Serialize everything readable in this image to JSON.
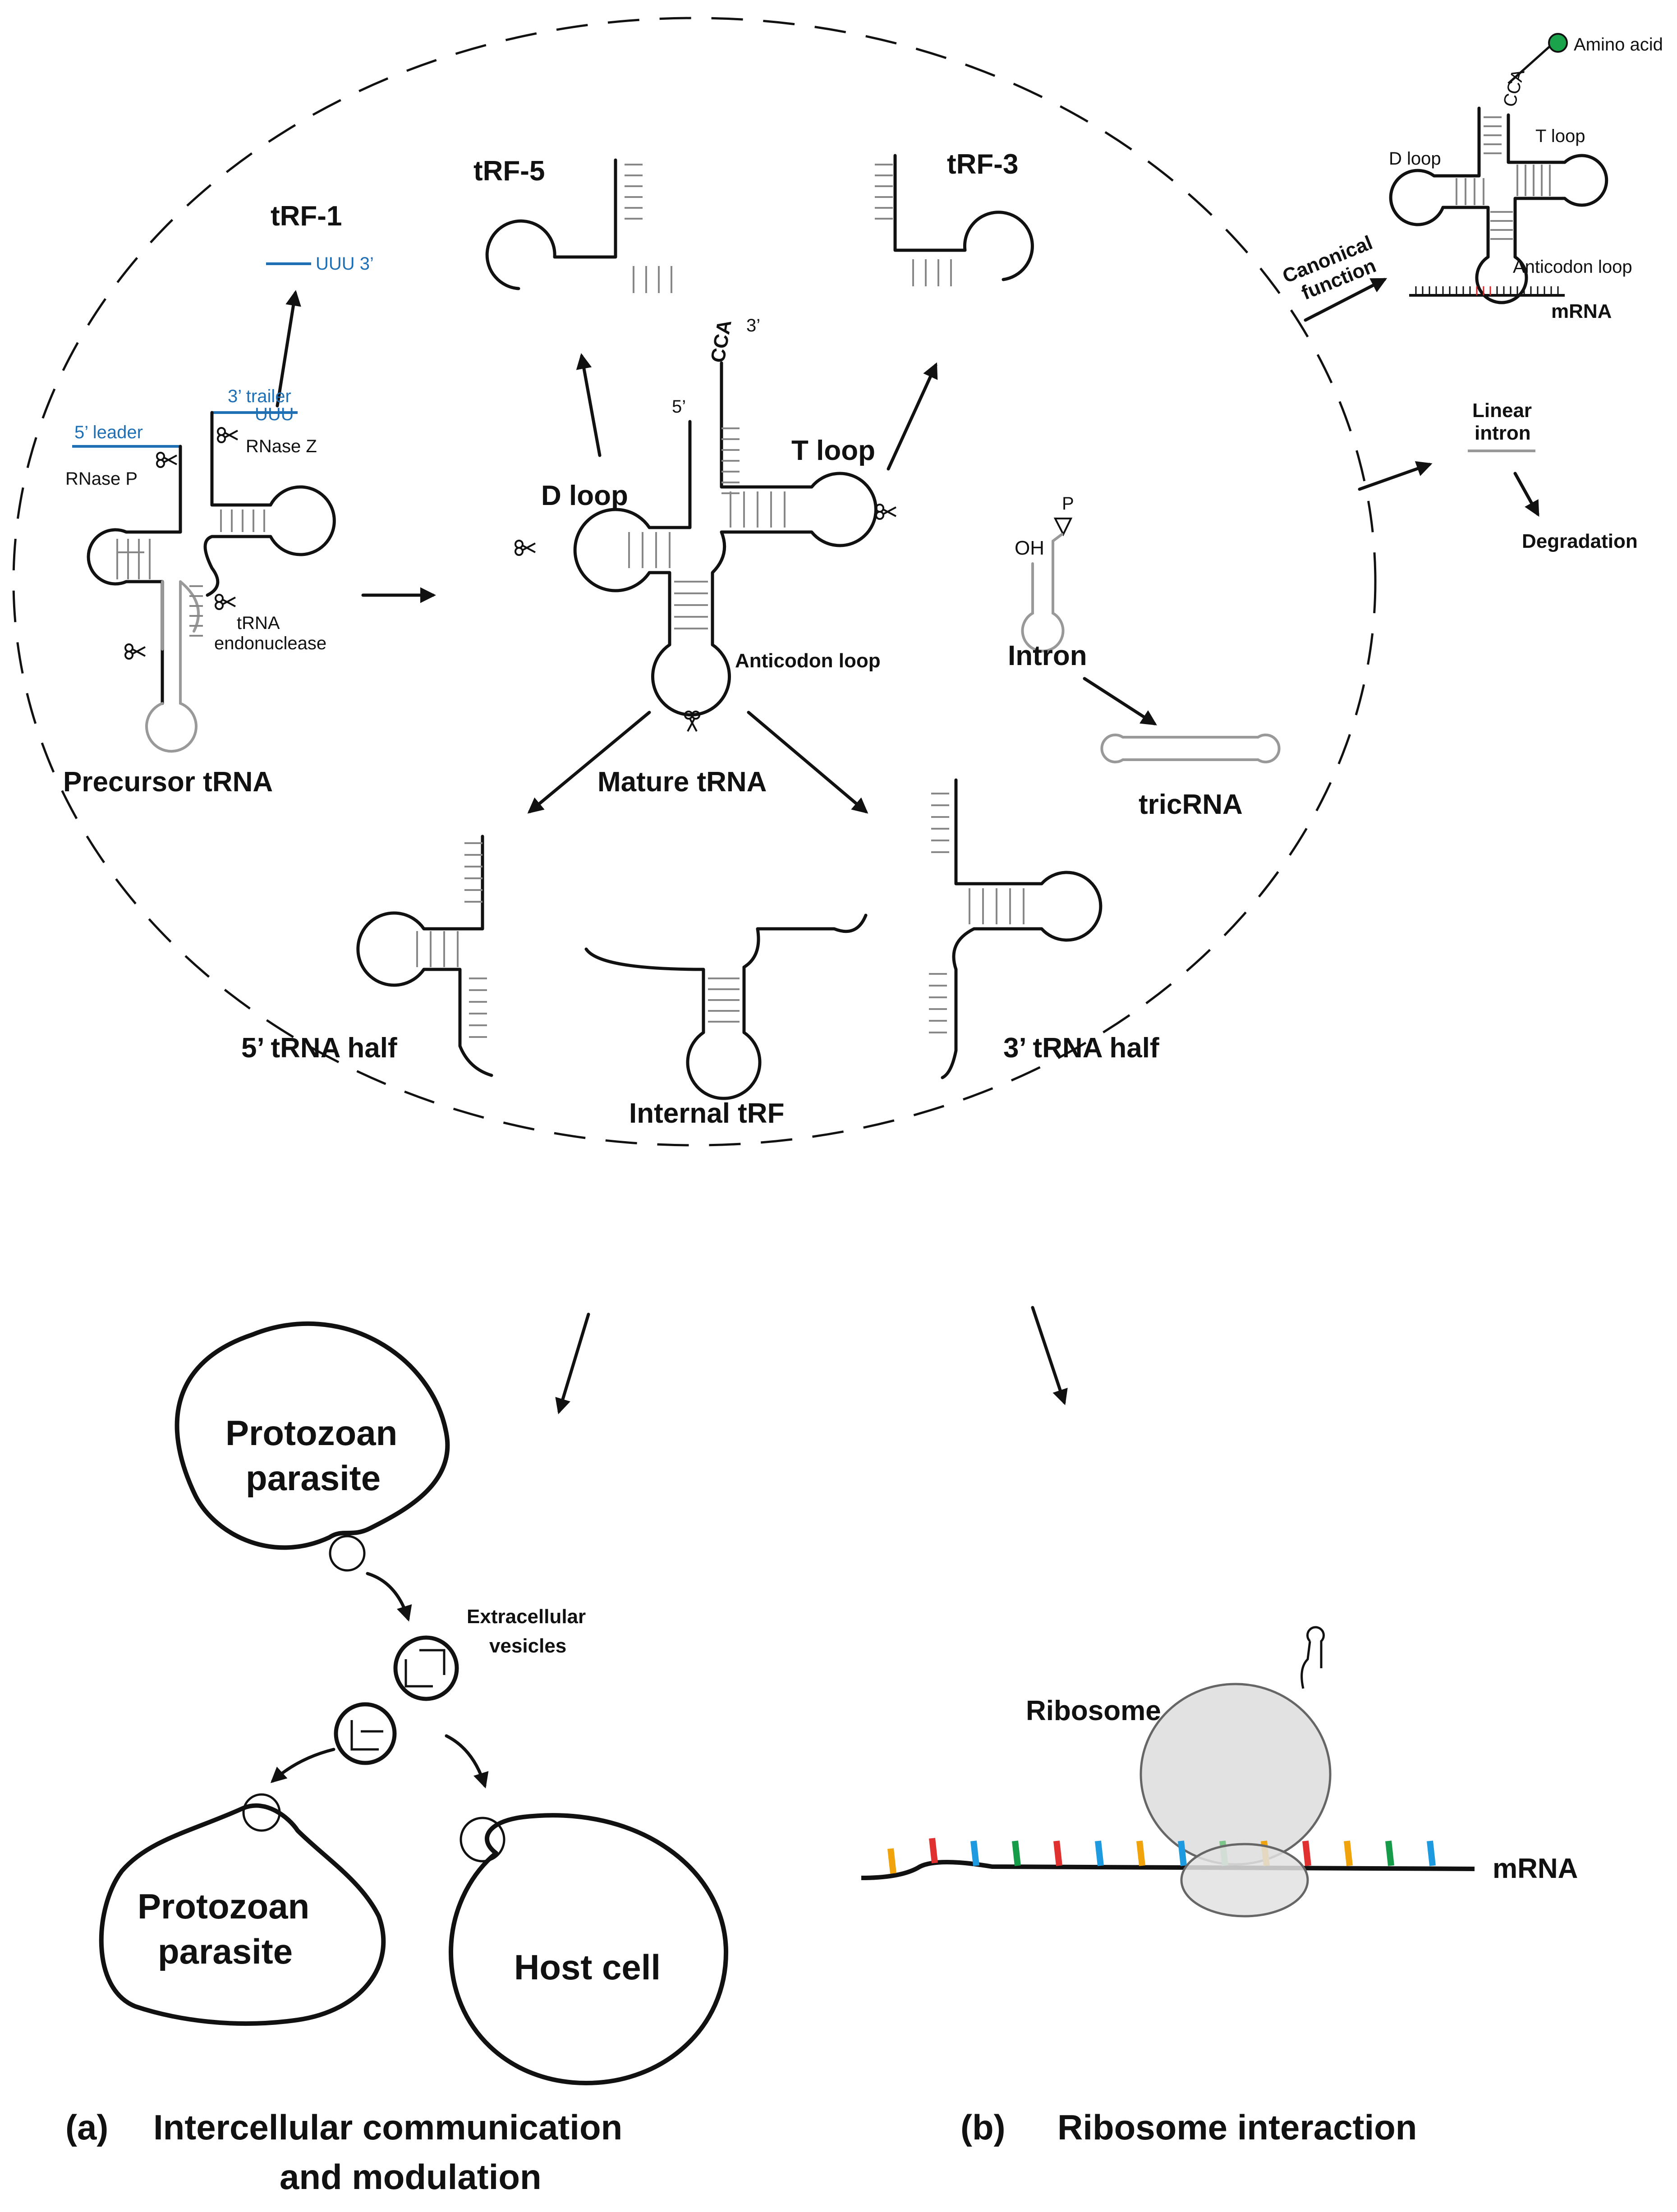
{
  "labels": {
    "trf1": "tRF-1",
    "trf1_seq": "UUU 3’",
    "trf5": "tRF-5",
    "trf3": "tRF-3",
    "leader": "5’ leader",
    "trailer": "3’ trailer",
    "trailer_seq": "UUU",
    "rnase_p": "RNase P",
    "rnase_z": "RNase Z",
    "trna_endo_1": "tRNA",
    "trna_endo_2": "endonuclease",
    "precursor": "Precursor tRNA",
    "mature": "Mature tRNA",
    "cca": "CCA",
    "three_prime": "3’",
    "five_prime": "5’",
    "d_loop": "D loop",
    "t_loop": "T loop",
    "anticodon": "Anticodon loop",
    "intron": "Intron",
    "oh": "OH",
    "p": "P",
    "tricrna": "tricRNA",
    "five_half": "5’ tRNA half",
    "three_half": "3’ tRNA half",
    "internal": "Internal tRF",
    "canonical_1": "Canonical",
    "canonical_2": "function",
    "amino_acid": "Amino acid",
    "inset_cca": "CCA",
    "inset_d_loop": "D loop",
    "inset_t_loop": "T loop",
    "inset_anticodon": "Anticodon loop",
    "inset_mrna": "mRNA",
    "linear_1": "Linear",
    "linear_2": "intron",
    "degradation": "Degradation",
    "proto1_1": "Protozoan",
    "proto1_2": "parasite",
    "ev_1": "Extracellular",
    "ev_2": "vesicles",
    "proto2_1": "Protozoan",
    "proto2_2": "parasite",
    "host": "Host cell",
    "ribosome": "Ribosome",
    "mrna": "mRNA",
    "panel_a_tag": "(a)",
    "panel_a_1": "Intercellular communication",
    "panel_a_2": "and modulation",
    "panel_b_tag": "(b)",
    "panel_b": "Ribosome interaction"
  },
  "colors": {
    "line": "#111111",
    "blue": "#1f6fb5",
    "grey": "#999999",
    "amino": "#1aa34a",
    "anticodon_red": "#d62728",
    "ribosome_fill": "#e2e2e2",
    "codons": [
      "#f0a30a",
      "#e03030",
      "#1e9be0",
      "#169c48",
      "#e03030",
      "#1e9be0",
      "#f0a30a",
      "#1e9be0",
      "#7cc68a",
      "#f0a30a",
      "#e03030",
      "#f0a30a",
      "#169c48",
      "#1e9be0"
    ]
  },
  "icons": [
    "scissors-icon",
    "amino-acid-icon",
    "phosphate-icon"
  ]
}
